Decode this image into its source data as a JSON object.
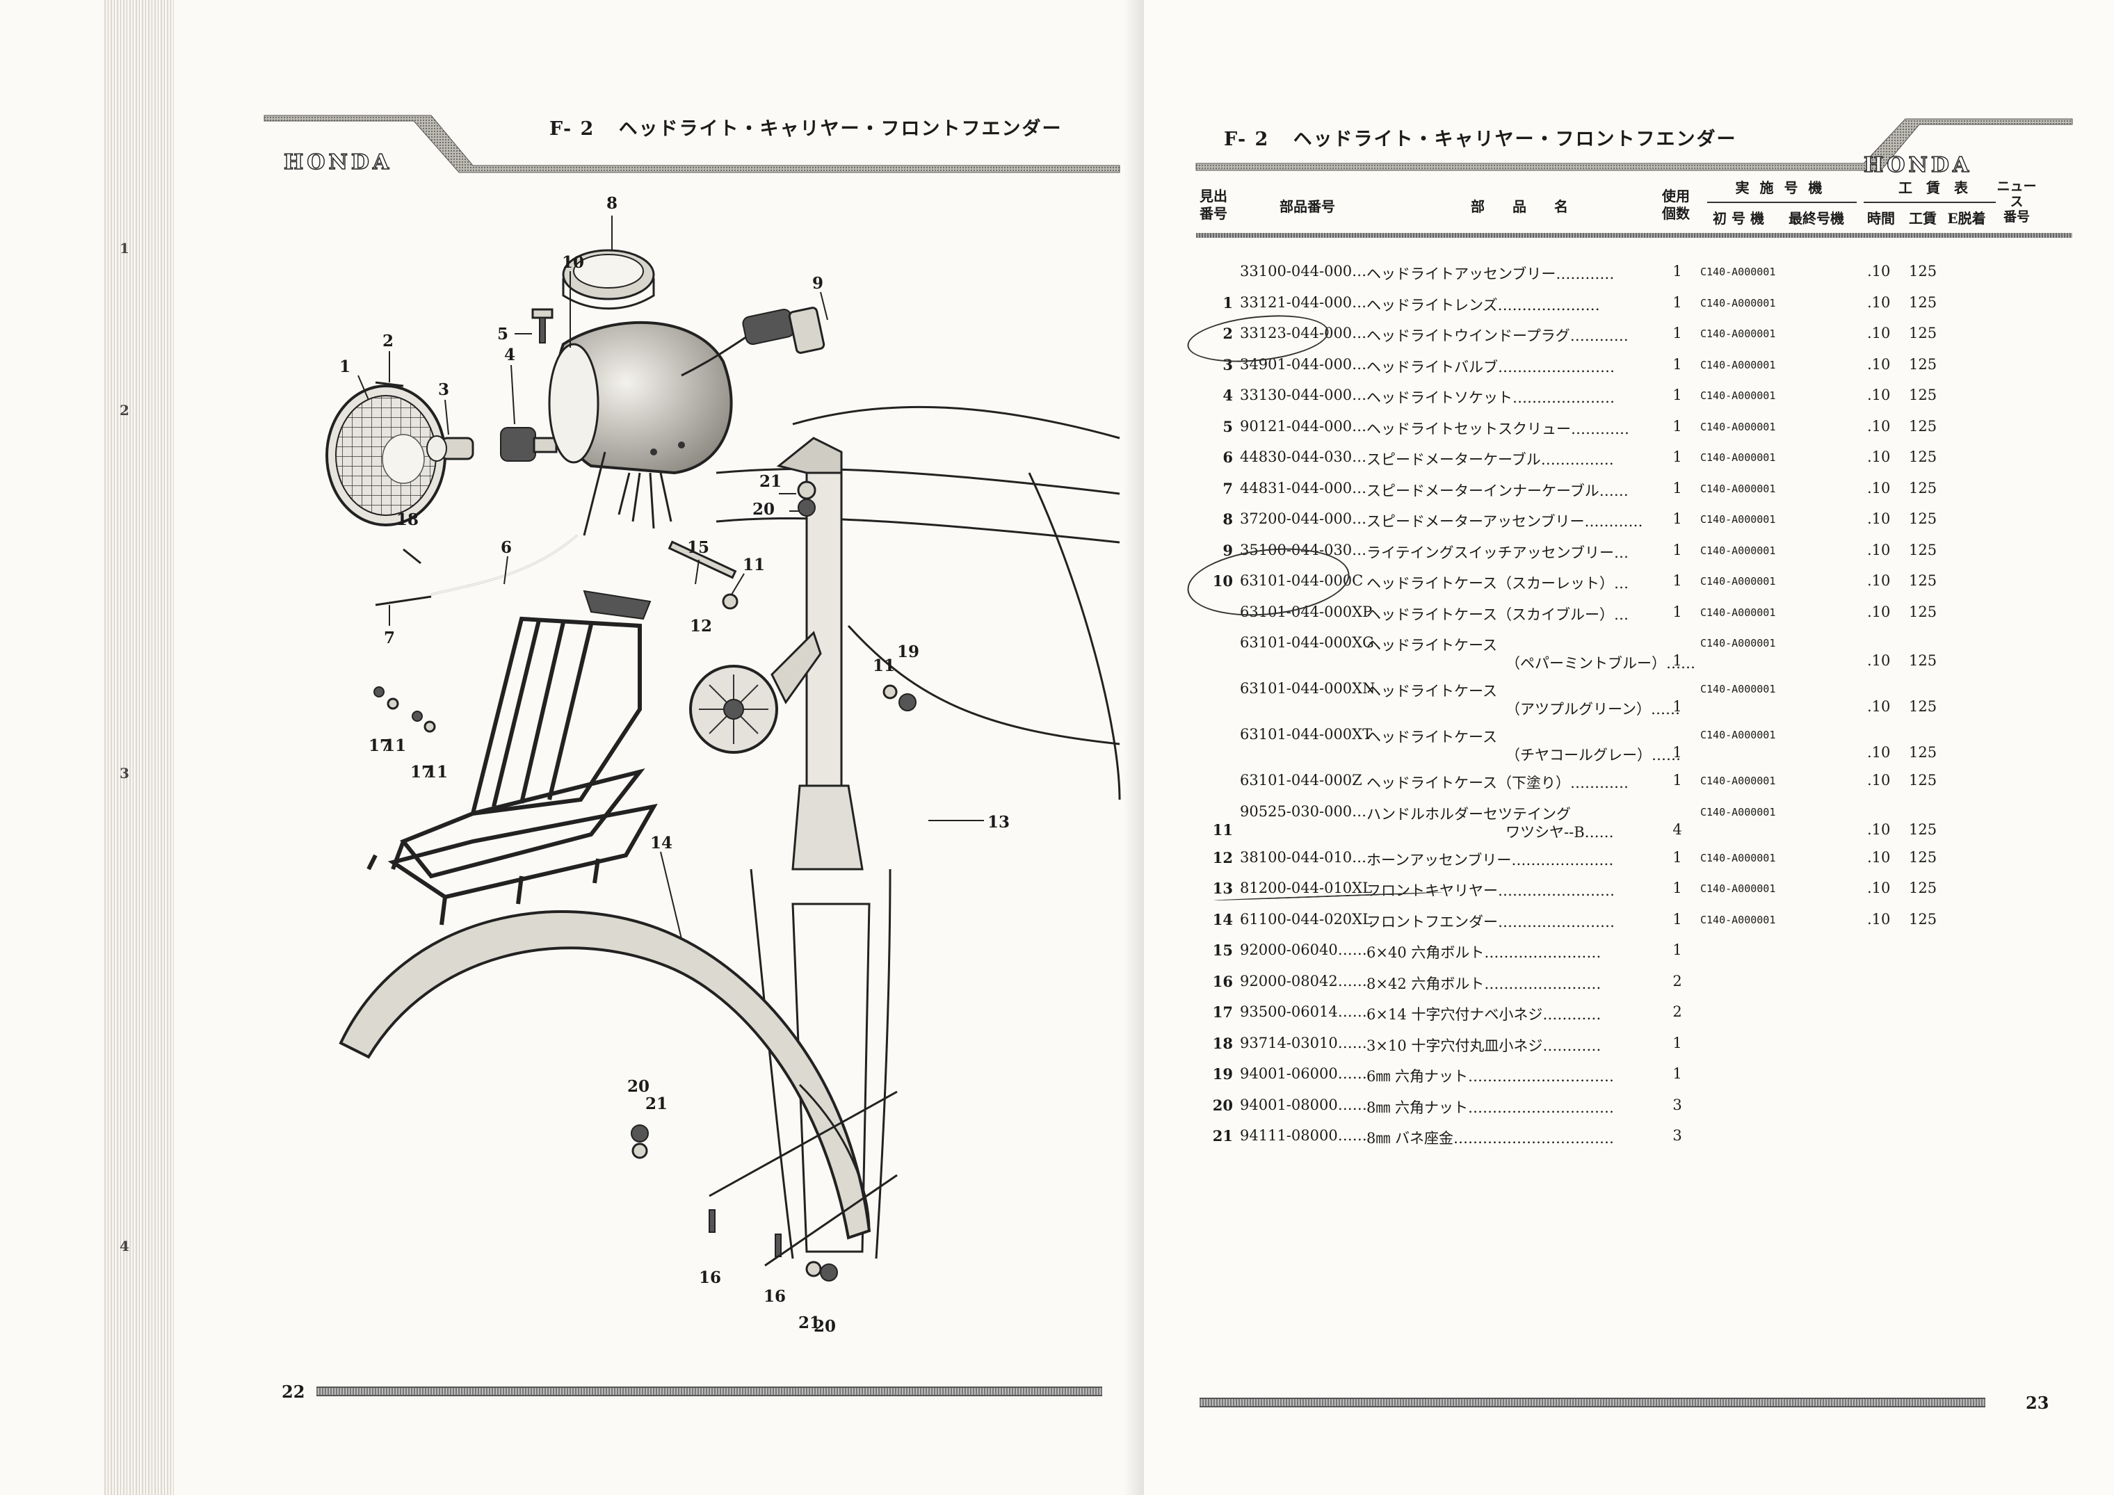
{
  "left_page": {
    "header": {
      "section": "F- 2",
      "title": "ヘッドライト・キャリヤー・フロントフエンダー",
      "brand": "HONDA"
    },
    "page_number": "22",
    "margin_numbers": [
      "1",
      "2",
      "3",
      "4"
    ],
    "callouts": [
      "1",
      "2",
      "3",
      "4",
      "5",
      "6",
      "7",
      "8",
      "9",
      "10",
      "11",
      "11",
      "11",
      "11",
      "12",
      "13",
      "14",
      "15",
      "16",
      "16",
      "17",
      "17",
      "18",
      "19",
      "20",
      "20",
      "20",
      "21",
      "21",
      "21"
    ]
  },
  "right_page": {
    "header": {
      "section": "F- 2",
      "title": "ヘッドライト・キャリヤー・フロントフエンダー",
      "brand": "HONDA"
    },
    "page_number": "23",
    "columns": {
      "ref": "見出\n番号",
      "part_no": "部品番号",
      "name": "部　　品　　名",
      "qty": "使用\n個数",
      "impl_group": "実 施 号 機",
      "first": "初 号 機",
      "last": "最終号機",
      "labor_group": "工　賃　表",
      "time": "時間",
      "cost": "工賃",
      "detach": "E脱着",
      "news": "ニュース\n番号"
    },
    "rows": [
      {
        "ref": "",
        "part": "33100-044-000…",
        "name": "ヘッドライトアッセンブリー…………",
        "name2": "",
        "qty": "1",
        "first": "C140-A000001",
        "time": ".10",
        "cost": "125"
      },
      {
        "ref": "1",
        "part": "33121-044-000…",
        "name": "ヘッドライトレンズ…………………",
        "name2": "",
        "qty": "1",
        "first": "C140-A000001",
        "time": ".10",
        "cost": "125"
      },
      {
        "ref": "2",
        "part": "33123-044-000…",
        "name": "ヘッドライトウインドープラグ…………",
        "name2": "",
        "qty": "1",
        "first": "C140-A000001",
        "time": ".10",
        "cost": "125"
      },
      {
        "ref": "3",
        "part": "34901-044-000…",
        "name": "ヘッドライトバルブ……………………",
        "name2": "",
        "qty": "1",
        "first": "C140-A000001",
        "time": ".10",
        "cost": "125"
      },
      {
        "ref": "4",
        "part": "33130-044-000…",
        "name": "ヘッドライトソケット…………………",
        "name2": "",
        "qty": "1",
        "first": "C140-A000001",
        "time": ".10",
        "cost": "125"
      },
      {
        "ref": "5",
        "part": "90121-044-000…",
        "name": "ヘッドライトセットスクリュー…………",
        "name2": "",
        "qty": "1",
        "first": "C140-A000001",
        "time": ".10",
        "cost": "125"
      },
      {
        "ref": "6",
        "part": "44830-044-030…",
        "name": "スピードメーターケーブル……………",
        "name2": "",
        "qty": "1",
        "first": "C140-A000001",
        "time": ".10",
        "cost": "125"
      },
      {
        "ref": "7",
        "part": "44831-044-000…",
        "name": "スピードメーターインナーケーブル……",
        "name2": "",
        "qty": "1",
        "first": "C140-A000001",
        "time": ".10",
        "cost": "125"
      },
      {
        "ref": "8",
        "part": "37200-044-000…",
        "name": "スピードメーターアッセンブリー…………",
        "name2": "",
        "qty": "1",
        "first": "C140-A000001",
        "time": ".10",
        "cost": "125"
      },
      {
        "ref": "9",
        "part": "35100-044-030…",
        "name": "ライテイングスイッチアッセンブリー…",
        "name2": "",
        "qty": "1",
        "first": "C140-A000001",
        "time": ".10",
        "cost": "125"
      },
      {
        "ref": "10",
        "part": "63101-044-000C",
        "name": "ヘッドライトケース（スカーレット）…",
        "name2": "",
        "qty": "1",
        "first": "C140-A000001",
        "time": ".10",
        "cost": "125"
      },
      {
        "ref": "",
        "part": "63101-044-000XP",
        "name": "ヘッドライトケース（スカイブルー）…",
        "name2": "",
        "qty": "1",
        "first": "C140-A000001",
        "time": ".10",
        "cost": "125"
      },
      {
        "ref": "",
        "part": "63101-044-000XG",
        "name": "ヘッドライトケース",
        "name2": "（ペパーミントブルー）……",
        "qty": "1",
        "first": "C140-A000001",
        "time": ".10",
        "cost": "125"
      },
      {
        "ref": "",
        "part": "63101-044-000XN",
        "name": "ヘッドライトケース",
        "name2": "（アツプルグリーン）……",
        "qty": "1",
        "first": "C140-A000001",
        "time": ".10",
        "cost": "125"
      },
      {
        "ref": "",
        "part": "63101-044-000XT",
        "name": "ヘッドライトケース",
        "name2": "（チヤコールグレー）……",
        "qty": "1",
        "first": "C140-A000001",
        "time": ".10",
        "cost": "125"
      },
      {
        "ref": "",
        "part": "63101-044-000Z",
        "name": "ヘッドライトケース（下塗り）…………",
        "name2": "",
        "qty": "1",
        "first": "C140-A000001",
        "time": ".10",
        "cost": "125"
      },
      {
        "ref": "11",
        "part": "90525-030-000…",
        "name": "ハンドルホルダーセツテイング",
        "name2": "ワツシヤ--B……",
        "qty": "4",
        "first": "C140-A000001",
        "time": ".10",
        "cost": "125"
      },
      {
        "ref": "12",
        "part": "38100-044-010…",
        "name": "ホーンアッセンブリー…………………",
        "name2": "",
        "qty": "1",
        "first": "C140-A000001",
        "time": ".10",
        "cost": "125"
      },
      {
        "ref": "13",
        "part": "81200-044-010XL",
        "name": "フロントキヤリヤー……………………",
        "name2": "",
        "qty": "1",
        "first": "C140-A000001",
        "time": ".10",
        "cost": "125"
      },
      {
        "ref": "14",
        "part": "61100-044-020XL",
        "name": "フロントフエンダー……………………",
        "name2": "",
        "qty": "1",
        "first": "C140-A000001",
        "time": ".10",
        "cost": "125"
      },
      {
        "ref": "15",
        "part": "92000-06040……",
        "name": "6×40 六角ボルト……………………",
        "name2": "",
        "qty": "1",
        "first": "",
        "time": "",
        "cost": ""
      },
      {
        "ref": "16",
        "part": "92000-08042……",
        "name": "8×42 六角ボルト……………………",
        "name2": "",
        "qty": "2",
        "first": "",
        "time": "",
        "cost": ""
      },
      {
        "ref": "17",
        "part": "93500-06014……",
        "name": "6×14 十字穴付ナベ小ネジ…………",
        "name2": "",
        "qty": "2",
        "first": "",
        "time": "",
        "cost": ""
      },
      {
        "ref": "18",
        "part": "93714-03010……",
        "name": "3×10 十字穴付丸皿小ネジ…………",
        "name2": "",
        "qty": "1",
        "first": "",
        "time": "",
        "cost": ""
      },
      {
        "ref": "19",
        "part": "94001-06000……",
        "name": "6㎜ 六角ナット…………………………",
        "name2": "",
        "qty": "1",
        "first": "",
        "time": "",
        "cost": ""
      },
      {
        "ref": "20",
        "part": "94001-08000……",
        "name": "8㎜ 六角ナット…………………………",
        "name2": "",
        "qty": "3",
        "first": "",
        "time": "",
        "cost": ""
      },
      {
        "ref": "21",
        "part": "94111-08000……",
        "name": "8㎜ バネ座金……………………………",
        "name2": "",
        "qty": "3",
        "first": "",
        "time": "",
        "cost": ""
      }
    ]
  }
}
